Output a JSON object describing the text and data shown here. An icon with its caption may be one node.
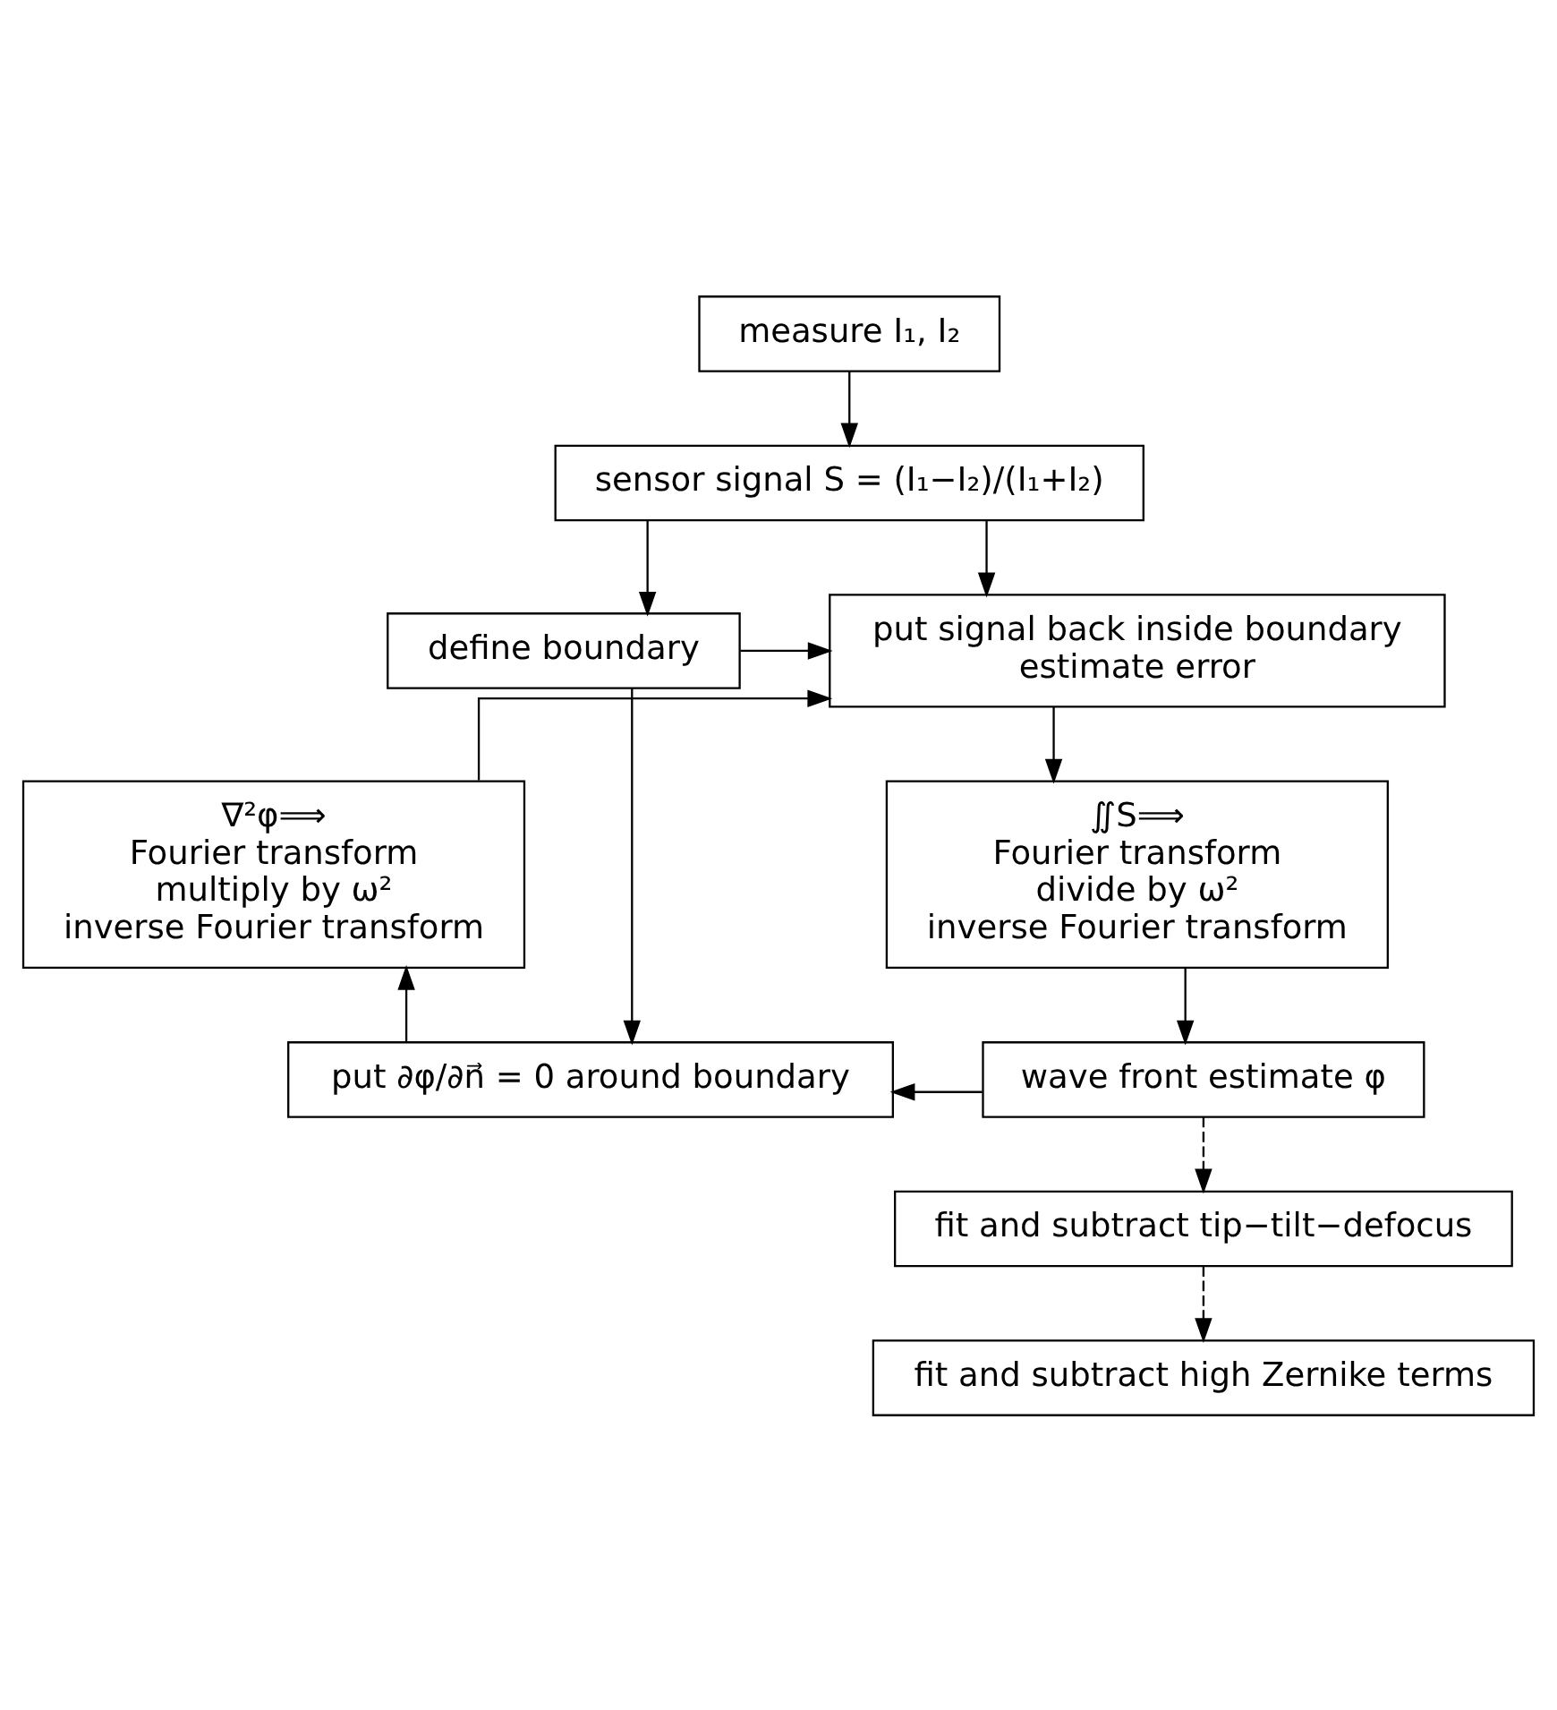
{
  "diagram": {
    "nodes": [
      {
        "text": [
          "measure I₁, I₂"
        ]
      },
      {
        "text": [
          "sensor signal S = (I₁−I₂)/(I₁+I₂)"
        ]
      },
      {
        "text": [
          "define boundary"
        ]
      },
      {
        "text": [
          "put signal back inside boundary",
          "estimate error"
        ]
      },
      {
        "text": [
          "∇²φ⟹",
          "Fourier transform",
          "multiply by ω²",
          "inverse Fourier transform"
        ]
      },
      {
        "text": [
          "∬S⟹",
          "Fourier transform",
          "divide by ω²",
          "inverse Fourier transform"
        ]
      },
      {
        "text": [
          "put ∂φ/∂n⃗ = 0 around boundary"
        ]
      },
      {
        "text": [
          "wave front estimate φ"
        ]
      },
      {
        "text": [
          "fit and subtract tip−tilt−defocus"
        ]
      },
      {
        "text": [
          "fit and subtract high Zernike terms"
        ]
      }
    ],
    "edges": [
      {
        "from": 0,
        "to": 1,
        "arrow": "to"
      },
      {
        "from": 1,
        "to": 2,
        "arrow": "to"
      },
      {
        "from": 1,
        "to": 3,
        "arrow": "to"
      },
      {
        "from": 2,
        "to": 3,
        "arrow": "to"
      },
      {
        "from": 2,
        "to": 6,
        "arrow": "to"
      },
      {
        "from": 4,
        "to": 3,
        "arrow": "to"
      },
      {
        "from": 3,
        "to": 5,
        "arrow": "to"
      },
      {
        "from": 5,
        "to": 7,
        "arrow": "to"
      },
      {
        "from": 7,
        "to": 6,
        "arrow": "to"
      },
      {
        "from": 6,
        "to": 4,
        "arrow": "to"
      },
      {
        "from": 7,
        "to": 8,
        "arrow": "to",
        "style": "dashed"
      },
      {
        "from": 8,
        "to": 9,
        "arrow": "to",
        "style": "dashed"
      }
    ]
  }
}
